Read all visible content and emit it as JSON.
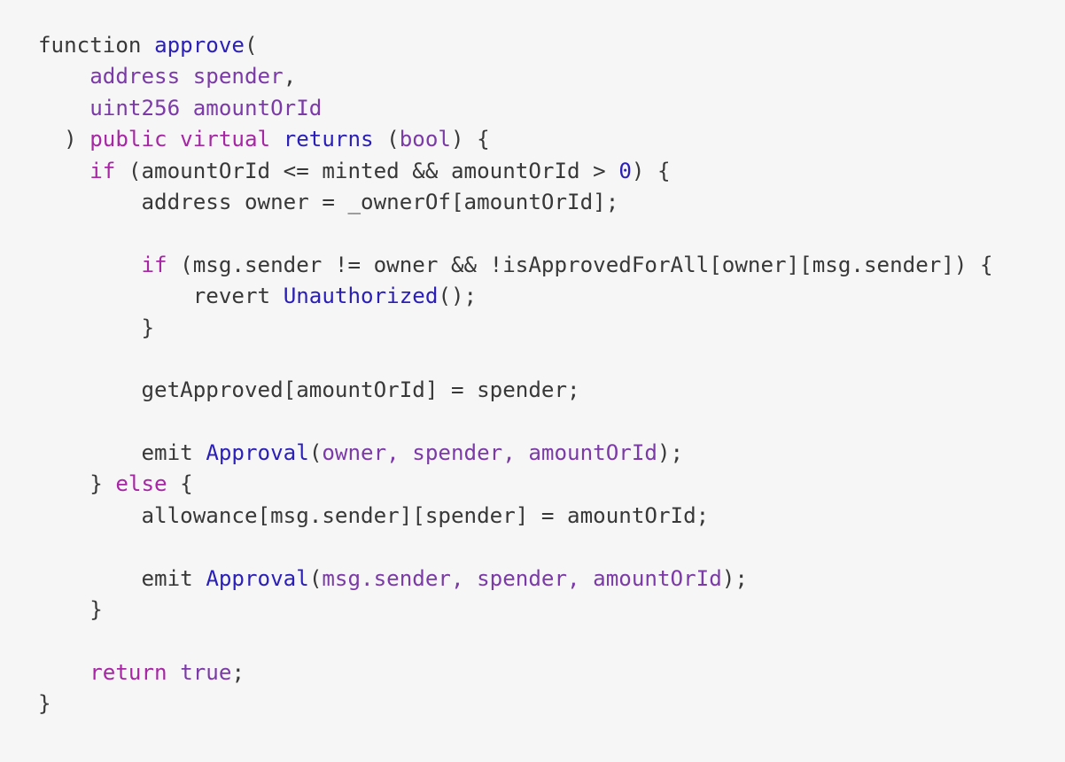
{
  "colors": {
    "background": "#f6f6f6",
    "text": "#383838",
    "keyword": "#a626a4",
    "function_name": "#2a1fb8",
    "type_or_param": "#7b3aa8",
    "number": "#2a1fb8"
  },
  "code": {
    "lines": [
      [
        {
          "t": "function ",
          "c": "plain"
        },
        {
          "t": "approve",
          "c": "fn"
        },
        {
          "t": "(",
          "c": "plain"
        }
      ],
      [
        {
          "t": "    ",
          "c": "plain"
        },
        {
          "t": "address spender",
          "c": "ty"
        },
        {
          "t": ",",
          "c": "plain"
        }
      ],
      [
        {
          "t": "    ",
          "c": "plain"
        },
        {
          "t": "uint256 amountOrId",
          "c": "ty"
        }
      ],
      [
        {
          "t": "  ) ",
          "c": "plain"
        },
        {
          "t": "public virtual",
          "c": "kw"
        },
        {
          "t": " ",
          "c": "plain"
        },
        {
          "t": "returns",
          "c": "fn"
        },
        {
          "t": " (",
          "c": "plain"
        },
        {
          "t": "bool",
          "c": "ty"
        },
        {
          "t": ") {",
          "c": "plain"
        }
      ],
      [
        {
          "t": "    ",
          "c": "plain"
        },
        {
          "t": "if",
          "c": "kw"
        },
        {
          "t": " (amountOrId <= minted && amountOrId > ",
          "c": "plain"
        },
        {
          "t": "0",
          "c": "num"
        },
        {
          "t": ") {",
          "c": "plain"
        }
      ],
      [
        {
          "t": "        address owner = _ownerOf[amountOrId];",
          "c": "plain"
        }
      ],
      [],
      [
        {
          "t": "        ",
          "c": "plain"
        },
        {
          "t": "if",
          "c": "kw"
        },
        {
          "t": " (msg.sender != owner && !isApprovedForAll[owner][msg.sender]) {",
          "c": "plain"
        }
      ],
      [
        {
          "t": "            revert ",
          "c": "plain"
        },
        {
          "t": "Unauthorized",
          "c": "fn"
        },
        {
          "t": "();",
          "c": "plain"
        }
      ],
      [
        {
          "t": "        }",
          "c": "plain"
        }
      ],
      [],
      [
        {
          "t": "        getApproved[amountOrId] = spender;",
          "c": "plain"
        }
      ],
      [],
      [
        {
          "t": "        emit ",
          "c": "plain"
        },
        {
          "t": "Approval",
          "c": "fn"
        },
        {
          "t": "(",
          "c": "plain"
        },
        {
          "t": "owner, spender, amountOrId",
          "c": "ty"
        },
        {
          "t": ");",
          "c": "plain"
        }
      ],
      [
        {
          "t": "    } ",
          "c": "plain"
        },
        {
          "t": "else",
          "c": "kw"
        },
        {
          "t": " {",
          "c": "plain"
        }
      ],
      [
        {
          "t": "        allowance[msg.sender][spender] = amountOrId;",
          "c": "plain"
        }
      ],
      [],
      [
        {
          "t": "        emit ",
          "c": "plain"
        },
        {
          "t": "Approval",
          "c": "fn"
        },
        {
          "t": "(",
          "c": "plain"
        },
        {
          "t": "msg.sender, spender, amountOrId",
          "c": "ty"
        },
        {
          "t": ");",
          "c": "plain"
        }
      ],
      [
        {
          "t": "    }",
          "c": "plain"
        }
      ],
      [],
      [
        {
          "t": "    ",
          "c": "plain"
        },
        {
          "t": "return",
          "c": "kw"
        },
        {
          "t": " ",
          "c": "plain"
        },
        {
          "t": "true",
          "c": "ty"
        },
        {
          "t": ";",
          "c": "plain"
        }
      ],
      [
        {
          "t": "}",
          "c": "plain"
        }
      ]
    ]
  }
}
